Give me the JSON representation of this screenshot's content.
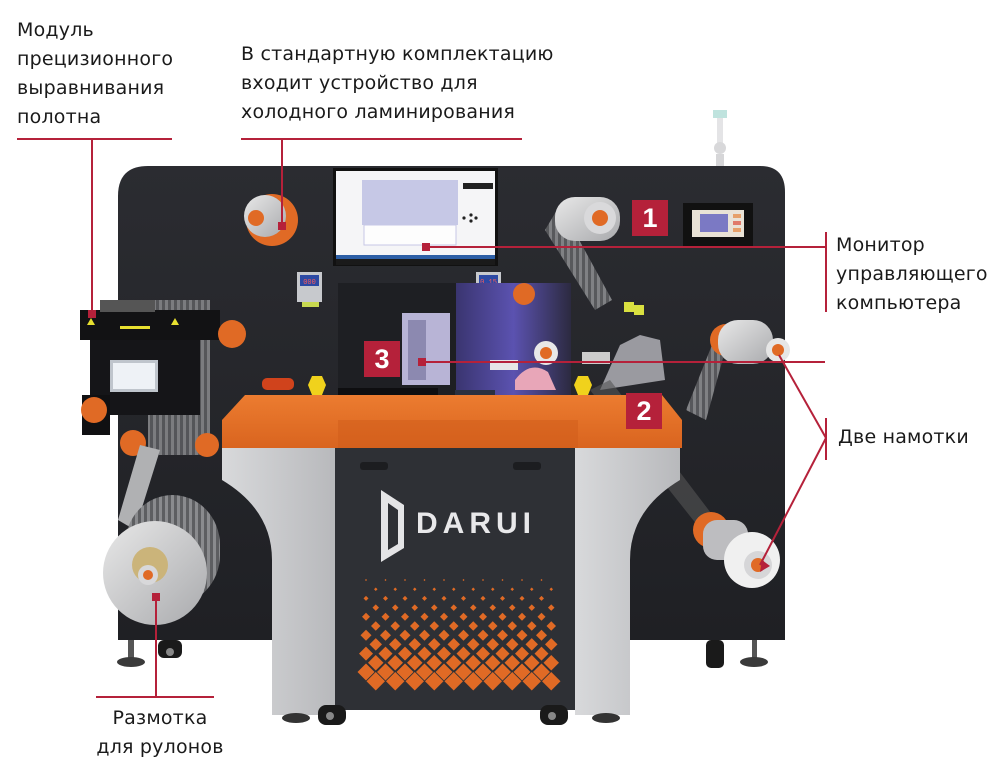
{
  "colors": {
    "callout_line": "#b5213a",
    "badge_fill": "#b5213a",
    "machine_body": "#26272b",
    "orange_panel": "#e0712a",
    "grey_panel": "#c9cacc",
    "roller_orange": "#e06a25"
  },
  "brand": {
    "logo_text": "DARUI"
  },
  "callouts": [
    {
      "id": "alignment-module",
      "text": "Модуль\nпрецизионного\nвыравнивания\nполотна"
    },
    {
      "id": "cold-lamination",
      "text": "В стандартную комплектацию\nвходит устройство для\nхолодного ламинирования"
    },
    {
      "id": "control-monitor",
      "text": "Монитор\nуправляющего\nкомпьютера"
    },
    {
      "id": "two-rewinders",
      "text": "Две намотки"
    },
    {
      "id": "unwinder",
      "text": "Размотка\nдля рулонов"
    }
  ],
  "badges": [
    {
      "number": "1"
    },
    {
      "number": "2"
    },
    {
      "number": "3"
    }
  ],
  "displays": {
    "left_counter": "000",
    "right_counter": "0.15"
  }
}
